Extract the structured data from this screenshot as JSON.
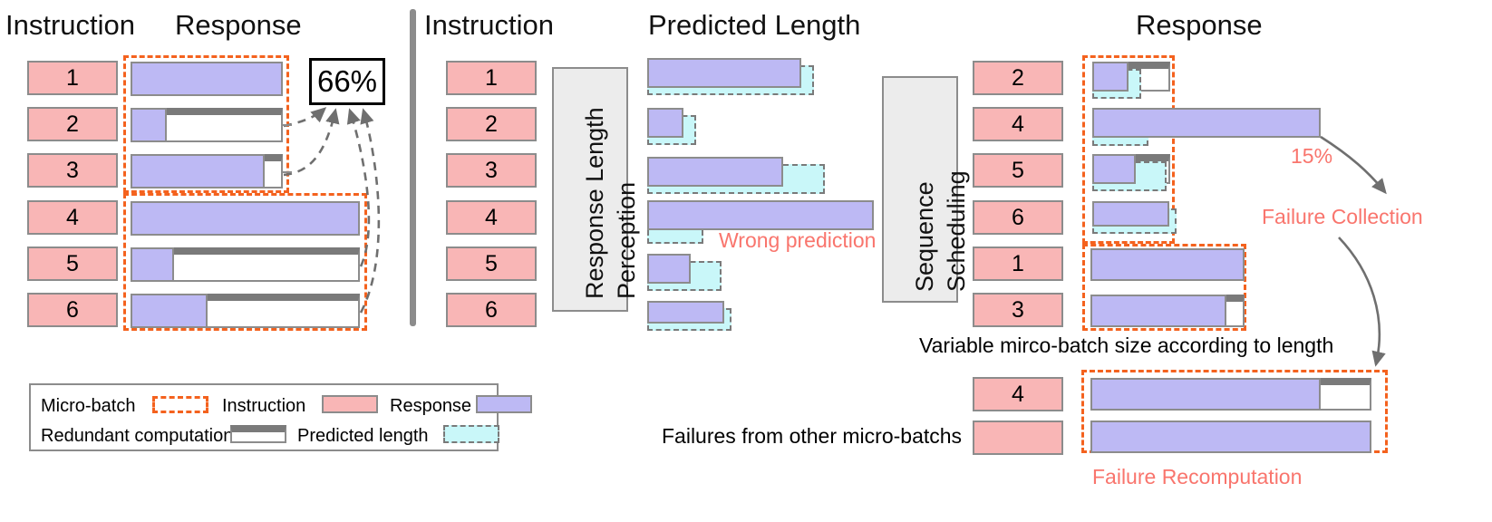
{
  "figure": {
    "panels": {
      "left": {
        "headers": {
          "instruction": "Instruction",
          "response": "Response"
        },
        "instructions": [
          "1",
          "2",
          "3",
          "4",
          "5",
          "6"
        ],
        "efficiency_badge": "66%",
        "micro_batches": [
          {
            "rows": [
              "1",
              "2",
              "3"
            ]
          },
          {
            "rows": [
              "4",
              "5",
              "6"
            ]
          }
        ],
        "bars": [
          {
            "id": "1",
            "response": 170,
            "redundant": 0
          },
          {
            "id": "2",
            "response": 40,
            "redundant": 130
          },
          {
            "id": "3",
            "response": 150,
            "redundant": 20
          },
          {
            "id": "4",
            "response": 250,
            "redundant": 0
          },
          {
            "id": "5",
            "response": 48,
            "redundant": 202
          },
          {
            "id": "6",
            "response": 85,
            "redundant": 165
          }
        ]
      },
      "middle": {
        "headers": {
          "instruction": "Instruction",
          "predicted_length": "Predicted Length"
        },
        "module_label": "Response Length\nPerception",
        "module_label_line1": "Response Length",
        "module_label_line2": "Perception",
        "instructions": [
          "1",
          "2",
          "3",
          "4",
          "5",
          "6"
        ],
        "annotation": "Wrong prediction",
        "bars": [
          {
            "id": "1",
            "actual": 170,
            "predicted": 184
          },
          {
            "id": "2",
            "actual": 40,
            "predicted": 54
          },
          {
            "id": "3",
            "actual": 150,
            "predicted": 196
          },
          {
            "id": "4",
            "actual": 250,
            "predicted": 62
          },
          {
            "id": "5",
            "actual": 48,
            "predicted": 82
          },
          {
            "id": "6",
            "actual": 85,
            "predicted": 93
          }
        ]
      },
      "right": {
        "headers": {
          "response": "Response"
        },
        "module_label_line1": "Sequence",
        "module_label_line2": "Scheduling",
        "scheduled_instructions": [
          "2",
          "4",
          "5",
          "6",
          "1",
          "3"
        ],
        "micro_batches": [
          {
            "rows": [
              "2",
              "4",
              "5",
              "6"
            ]
          },
          {
            "rows": [
              "1",
              "3"
            ]
          }
        ],
        "bars": [
          {
            "id": "2",
            "response": 40,
            "predicted": 54,
            "redundant": 60
          },
          {
            "id": "4",
            "response": 250,
            "predicted": 62,
            "redundant": 0
          },
          {
            "id": "5",
            "response": 48,
            "predicted": 82,
            "redundant": 30
          },
          {
            "id": "6",
            "response": 85,
            "predicted": 93,
            "redundant": 0
          },
          {
            "id": "1",
            "response": 170,
            "redundant": 0
          },
          {
            "id": "3",
            "response": 150,
            "redundant": 20
          }
        ],
        "failure_rate": "15%",
        "failure_collection": "Failure Collection",
        "variable_batch_note": "Variable mirco-batch size according to length",
        "failures_note": "Failures from other micro-batchs",
        "recompute_label": "Failure Recomputation",
        "recompute_rows": [
          {
            "id": "4",
            "response": 230,
            "redundant": 80
          },
          {
            "id": "",
            "response": 310,
            "redundant": 0
          }
        ]
      }
    },
    "legend": {
      "items": [
        {
          "label": "Micro-batch",
          "swatch": "micro-batch-swatch"
        },
        {
          "label": "Instruction",
          "swatch": "instruction-swatch"
        },
        {
          "label": "Response",
          "swatch": "response-swatch"
        },
        {
          "label": "Redundant computation",
          "swatch": "redundant-swatch"
        },
        {
          "label": "Predicted length",
          "swatch": "predicted-swatch"
        }
      ]
    },
    "colors": {
      "instruction": "#f9b6b6",
      "response": "#bdb9f4",
      "predicted": "#c9f7f9",
      "micro_batch_border": "#f4621e",
      "redundant_border": "#7a7a7a",
      "accent_red_text": "#f9756d",
      "module_bg": "#ececec"
    }
  }
}
